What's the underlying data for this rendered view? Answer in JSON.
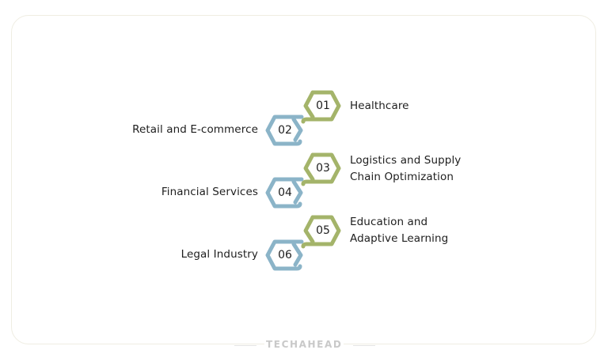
{
  "colors": {
    "green": "#a4b46a",
    "blue": "#8bb4c8",
    "text": "#1e1e1e",
    "card_border": "#efede2",
    "brand": "#c9c9c9"
  },
  "items": [
    {
      "number": "01",
      "label": "Healthcare",
      "side": "right",
      "color": "green"
    },
    {
      "number": "02",
      "label": "Retail and E-commerce",
      "side": "left",
      "color": "blue"
    },
    {
      "number": "03",
      "label_lines": [
        "Logistics and Supply",
        "Chain Optimization"
      ],
      "side": "right",
      "color": "green"
    },
    {
      "number": "04",
      "label": "Financial Services",
      "side": "left",
      "color": "blue"
    },
    {
      "number": "05",
      "label_lines": [
        "Education and",
        "Adaptive Learning"
      ],
      "side": "right",
      "color": "green"
    },
    {
      "number": "06",
      "label": "Legal Industry",
      "side": "left",
      "color": "blue"
    }
  ],
  "footer": {
    "brand": "TECHAHEAD"
  }
}
